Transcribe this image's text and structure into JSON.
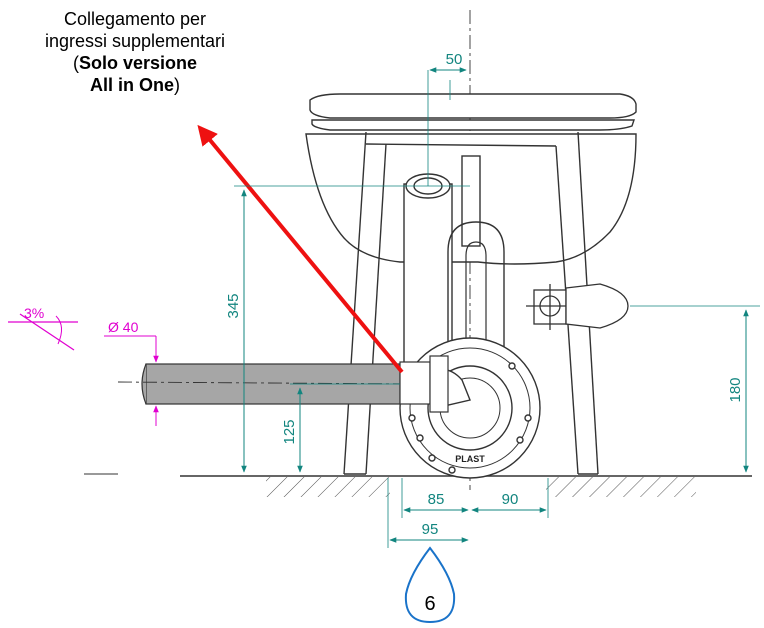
{
  "callout": {
    "line1": "Collegamento per",
    "line2": "ingressi supplementari",
    "line3_open": "(",
    "line3_bold": "Solo versione",
    "line4_bold": "All in One",
    "line4_close": ")"
  },
  "dimensions": {
    "offset_top": "50",
    "height_inlet": "345",
    "height_pipe": "125",
    "height_right": "180",
    "base_85": "85",
    "base_90": "90",
    "base_95": "95"
  },
  "slope": {
    "percent": "3%",
    "diameter": "Ø 40"
  },
  "logo_text": "PLAST",
  "page_number": "6",
  "colors": {
    "dimension": "#12857f",
    "annotation": "#e000d0",
    "arrow": "#ee1111",
    "pipe": "#a6a6a6"
  }
}
